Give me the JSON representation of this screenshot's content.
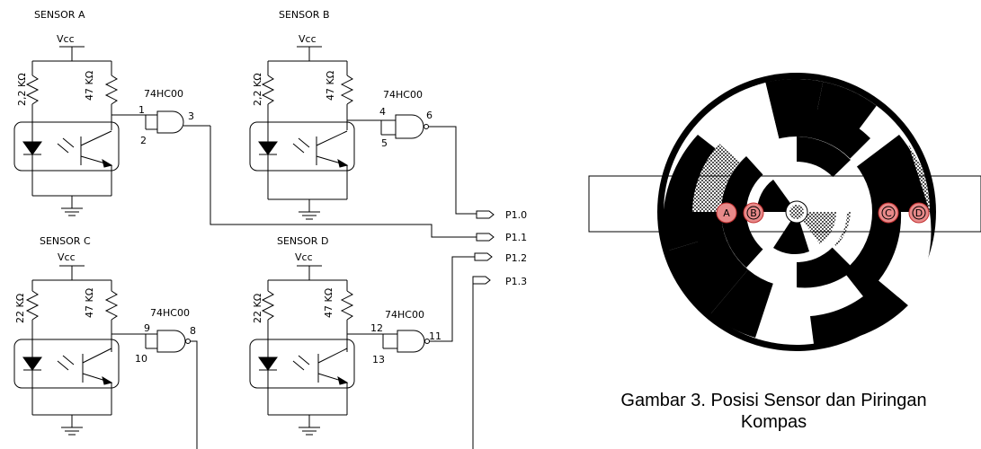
{
  "sensors": [
    {
      "title": "SENSOR A",
      "vcc": "Vcc",
      "r1": "2,2 KΩ",
      "r2": "47 KΩ",
      "ic": "74HC00",
      "in1": "1",
      "in2": "2",
      "out": "3"
    },
    {
      "title": "SENSOR B",
      "vcc": "Vcc",
      "r1": "2,2 KΩ",
      "r2": "47 KΩ",
      "ic": "74HC00",
      "in1": "4",
      "in2": "5",
      "out": "6"
    },
    {
      "title": "SENSOR C",
      "vcc": "Vcc",
      "r1": "22 KΩ",
      "r2": "47 KΩ",
      "ic": "74HC00",
      "in1": "9",
      "in2": "10",
      "out": "8"
    },
    {
      "title": "SENSOR D",
      "vcc": "Vcc",
      "r1": "22 KΩ",
      "r2": "47 KΩ",
      "ic": "74HC00",
      "in1": "12",
      "in2": "13",
      "out": "11"
    }
  ],
  "ports": [
    "P1.0",
    "P1.1",
    "P1.2",
    "P1.3"
  ],
  "disk": {
    "sensor_labels": [
      "A",
      "B",
      "C",
      "D"
    ],
    "colors": {
      "black": "#000000",
      "sensor_fill": "#e88a8a",
      "sensor_stroke": "#c23030"
    }
  },
  "caption": {
    "line1": "Gambar 3. Posisi Sensor dan Piringan",
    "line2": "Kompas"
  }
}
